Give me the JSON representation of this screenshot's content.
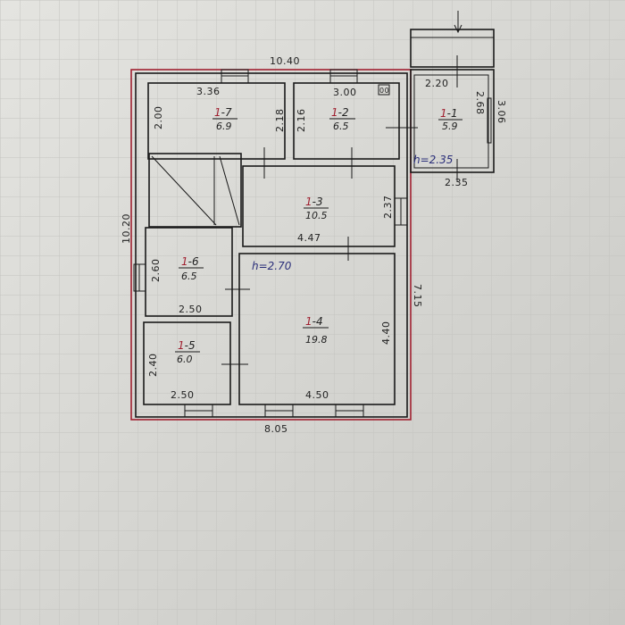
{
  "plan": {
    "overall_width": "10.40",
    "overall_height": "10.20",
    "bottom_width": "8.05",
    "right_height": "7.15",
    "ceiling_height_main": "h=2.70",
    "ceiling_height_porch": "h=2.35",
    "outline_color": "#a02030",
    "rooms": [
      {
        "id_prefix": "1",
        "id_suffix": "-1",
        "area": "5.9",
        "dims": [
          "2.20",
          "2.68",
          "3.06",
          "2.35"
        ]
      },
      {
        "id_prefix": "1",
        "id_suffix": "-2",
        "area": "6.5",
        "dims": [
          "3.00",
          "2.16"
        ],
        "symbol": "00"
      },
      {
        "id_prefix": "1",
        "id_suffix": "-3",
        "area": "10.5",
        "dims": [
          "4.47",
          "2.37"
        ]
      },
      {
        "id_prefix": "1",
        "id_suffix": "-4",
        "area": "19.8",
        "dims": [
          "4.50",
          "4.40"
        ]
      },
      {
        "id_prefix": "1",
        "id_suffix": "-5",
        "area": "6.0",
        "dims": [
          "2.50",
          "2.40"
        ]
      },
      {
        "id_prefix": "1",
        "id_suffix": "-6",
        "area": "6.5",
        "dims": [
          "2.50",
          "2.60"
        ]
      },
      {
        "id_prefix": "1",
        "id_suffix": "-7",
        "area": "6.9",
        "dims": [
          "3.36",
          "2.00",
          "2.18"
        ]
      }
    ]
  }
}
